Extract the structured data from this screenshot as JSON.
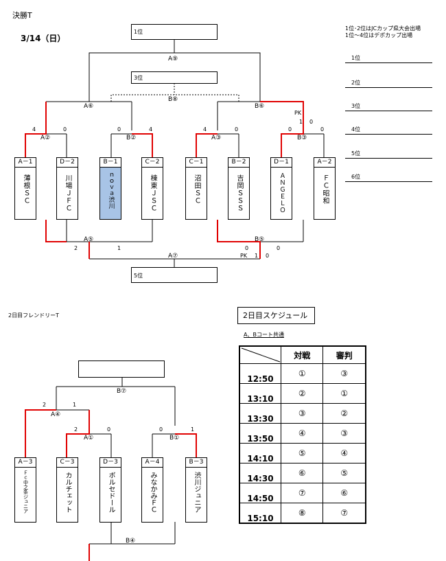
{
  "header": {
    "title": "決勝T",
    "date": "3/14（日）",
    "note1": "1位･2位はJCカップ県大会出場",
    "note2": "1位～4位はデポカップ出場"
  },
  "ranking": [
    "1位",
    "2位",
    "3位",
    "4位",
    "5位",
    "6位"
  ],
  "boxes": {
    "first": "1位",
    "third": "3位",
    "fifth": "5位",
    "friendly": ""
  },
  "matches": {
    "a9": "A⑨",
    "b8": "B⑧",
    "a6": "A⑥",
    "b6": "B⑥",
    "a2": "A②",
    "b2": "B②",
    "a3": "A③",
    "b3": "B③",
    "a5": "A⑤",
    "b5": "B⑤",
    "a7": "A⑦",
    "b7": "B⑦",
    "a4": "A④",
    "a1": "A①",
    "b1": "B①",
    "b4": "B④"
  },
  "scores": {
    "a2_l": "4",
    "a2_r": "0",
    "b2_l": "0",
    "b2_r": "4",
    "a3_l": "4",
    "a3_r": "0",
    "b3_l": "0",
    "b3_r": "0",
    "pk1": "PK",
    "pk1_l": "1",
    "pk1_r": "0",
    "a5_l": "2",
    "a5_r": "1",
    "b5_l": "0",
    "b5_r": "0",
    "pk2": "PK",
    "pk2_l": "1",
    "pk2_r": "0",
    "a4_l": "2",
    "a4_r": "1",
    "a1_l": "2",
    "a1_r": "0",
    "b1_l": "0",
    "b1_r": "1"
  },
  "teams": [
    {
      "code": "A－1",
      "name": "薄根ＳＣ"
    },
    {
      "code": "D－2",
      "name": "川場ＪＦＣ"
    },
    {
      "code": "B－1",
      "name": "ｎｏｖａ渋川"
    },
    {
      "code": "C－2",
      "name": "棟東ＪＳＣ"
    },
    {
      "code": "C－1",
      "name": "沼田ＳＣ"
    },
    {
      "code": "B－2",
      "name": "吉岡ＳＳＳ"
    },
    {
      "code": "D－1",
      "name": "ＡＮＧＥＬＯ"
    },
    {
      "code": "A－2",
      "name": "ＦＣ昭和"
    }
  ],
  "friendly": {
    "title": "2日目フレンドリーT",
    "teams": [
      {
        "code": "A－3",
        "name": "Ｆｃ中之条ジュニア"
      },
      {
        "code": "C－3",
        "name": "カルチェット"
      },
      {
        "code": "D－3",
        "name": "ボルセドール"
      },
      {
        "code": "A－4",
        "name": "みなかみＦＣ"
      },
      {
        "code": "B－3",
        "name": "渋川ジュニア"
      }
    ]
  },
  "schedule": {
    "title": "2日目スケジュール",
    "subtitle": "A、Bコート共通",
    "col_match": "対戦",
    "col_ref": "審判",
    "rows": [
      {
        "time": "12:50",
        "match": "①",
        "ref": "③"
      },
      {
        "time": "13:10",
        "match": "②",
        "ref": "①"
      },
      {
        "time": "13:30",
        "match": "③",
        "ref": "②"
      },
      {
        "time": "13:50",
        "match": "④",
        "ref": "③"
      },
      {
        "time": "14:10",
        "match": "⑤",
        "ref": "④"
      },
      {
        "time": "14:30",
        "match": "⑥",
        "ref": "⑤"
      },
      {
        "time": "14:50",
        "match": "⑦",
        "ref": "⑥"
      },
      {
        "time": "15:10",
        "match": "⑧",
        "ref": "⑦"
      }
    ]
  },
  "colors": {
    "winner_line": "#e00000",
    "line": "#000000",
    "highlight": "#a8c4e6"
  }
}
